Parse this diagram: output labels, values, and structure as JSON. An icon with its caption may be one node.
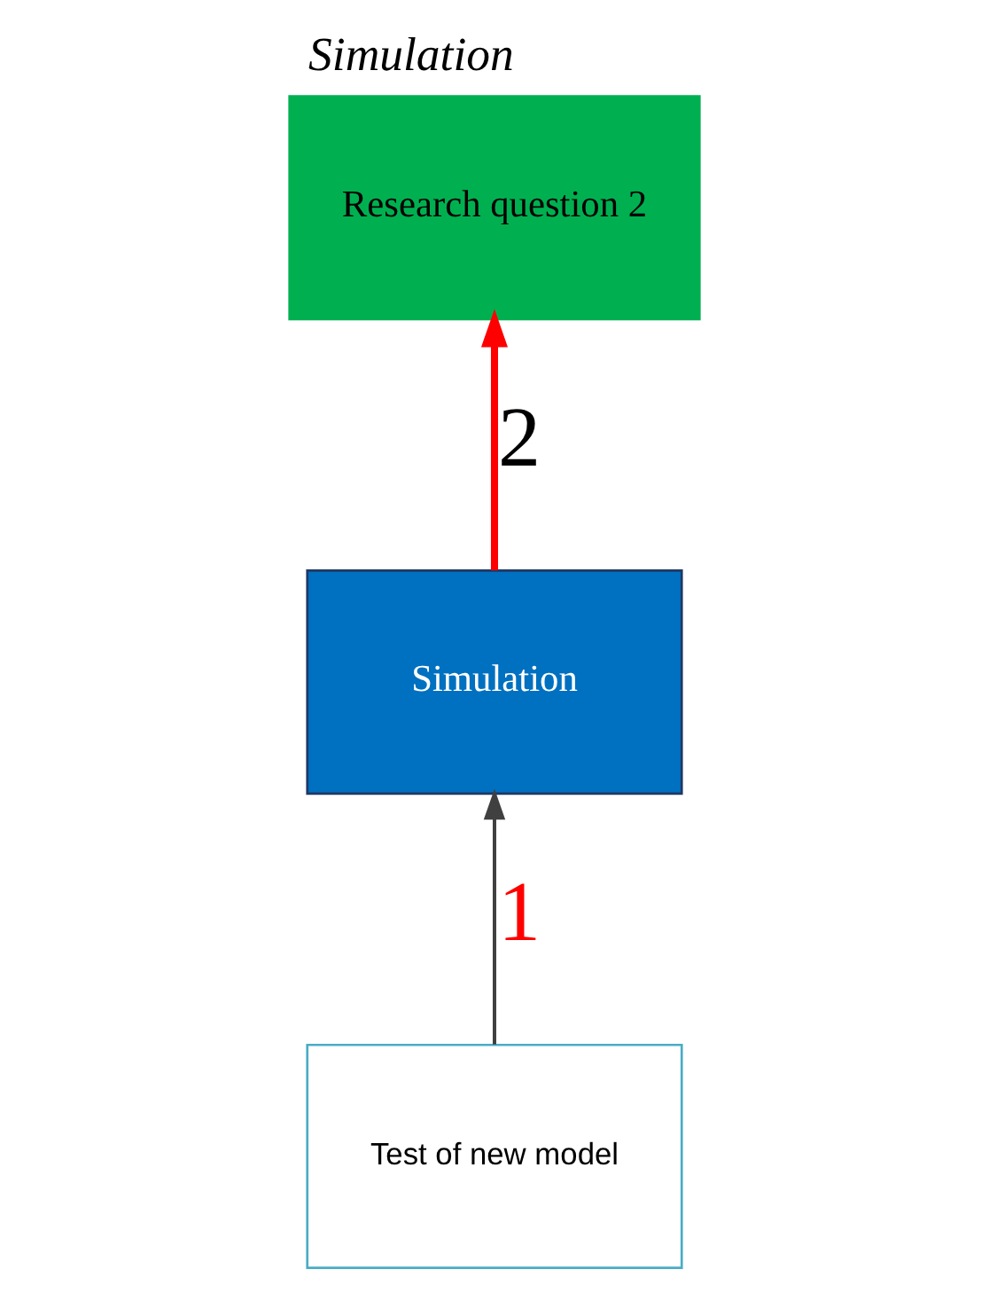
{
  "diagram": {
    "title": "Simulation",
    "nodes": [
      {
        "text": [
          "Research question 2"
        ]
      },
      {
        "text": [
          "Simulation"
        ]
      },
      {
        "text": [
          "Test of new model"
        ]
      }
    ],
    "edges": [
      {
        "from": 2,
        "to": 1,
        "arrow": "to",
        "label": "1"
      },
      {
        "from": 1,
        "to": 0,
        "arrow": "to",
        "label": "2",
        "style": "thick",
        "color": "#ff0000"
      }
    ]
  }
}
